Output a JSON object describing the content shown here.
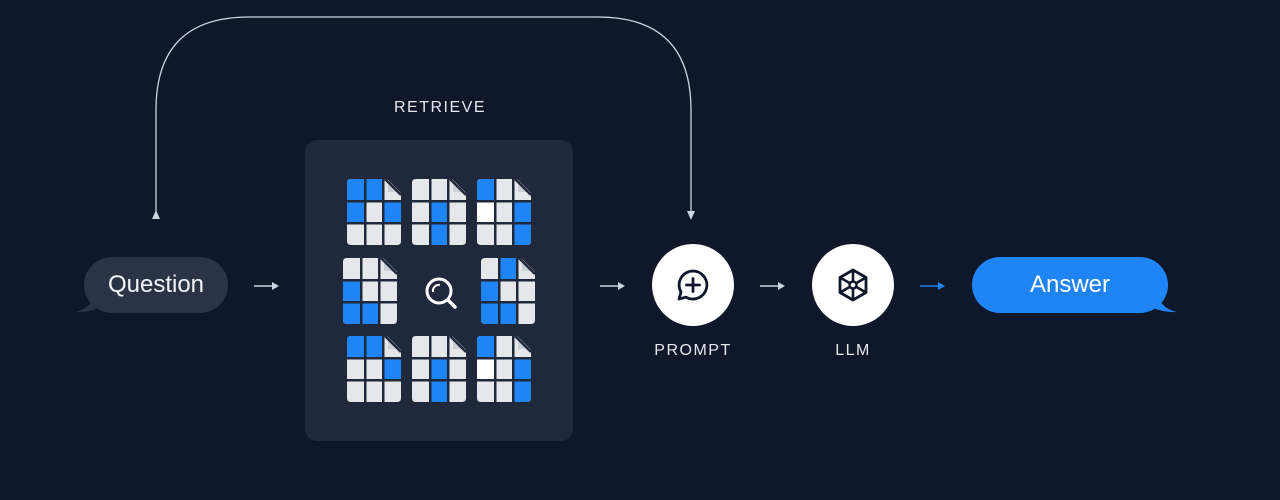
{
  "question": {
    "label": "Question"
  },
  "retrieve": {
    "title": "RETRIEVE"
  },
  "prompt": {
    "title": "PROMPT",
    "icon": "chat-plus-icon"
  },
  "llm": {
    "title": "LLM",
    "icon": "hexagon-cube-icon"
  },
  "answer": {
    "label": "Answer"
  },
  "colors": {
    "background": "#0f172a",
    "panel": "#1f293b",
    "question_bubble": "#2b3447",
    "answer_bubble": "#1f84f5",
    "accent_blue": "#1f84f5",
    "doc_cell": "#e5e7eb",
    "connector": "#cbd5e1"
  }
}
